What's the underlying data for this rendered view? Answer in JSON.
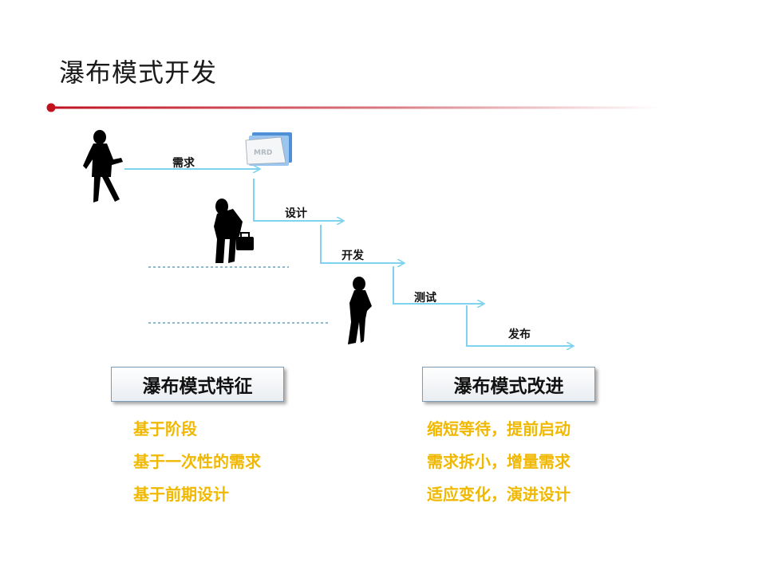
{
  "title": "瀑布模式开发",
  "flow": {
    "steps": [
      {
        "label": "需求"
      },
      {
        "label": "设计"
      },
      {
        "label": "开发"
      },
      {
        "label": "测试"
      },
      {
        "label": "发布"
      }
    ],
    "document_icon_text": "MRD",
    "arrow_color": "#7fd3ee"
  },
  "features": {
    "heading": "瀑布模式特征",
    "items": [
      "基于阶段",
      "基于一次性的需求",
      "基于前期设计"
    ]
  },
  "improvements": {
    "heading": "瀑布模式改进",
    "items": [
      "缩短等待，提前启动",
      "需求拆小，增量需求",
      "适应变化，演进设计"
    ]
  },
  "colors": {
    "accent_red": "#c0111f",
    "list_text": "#f0b800"
  }
}
